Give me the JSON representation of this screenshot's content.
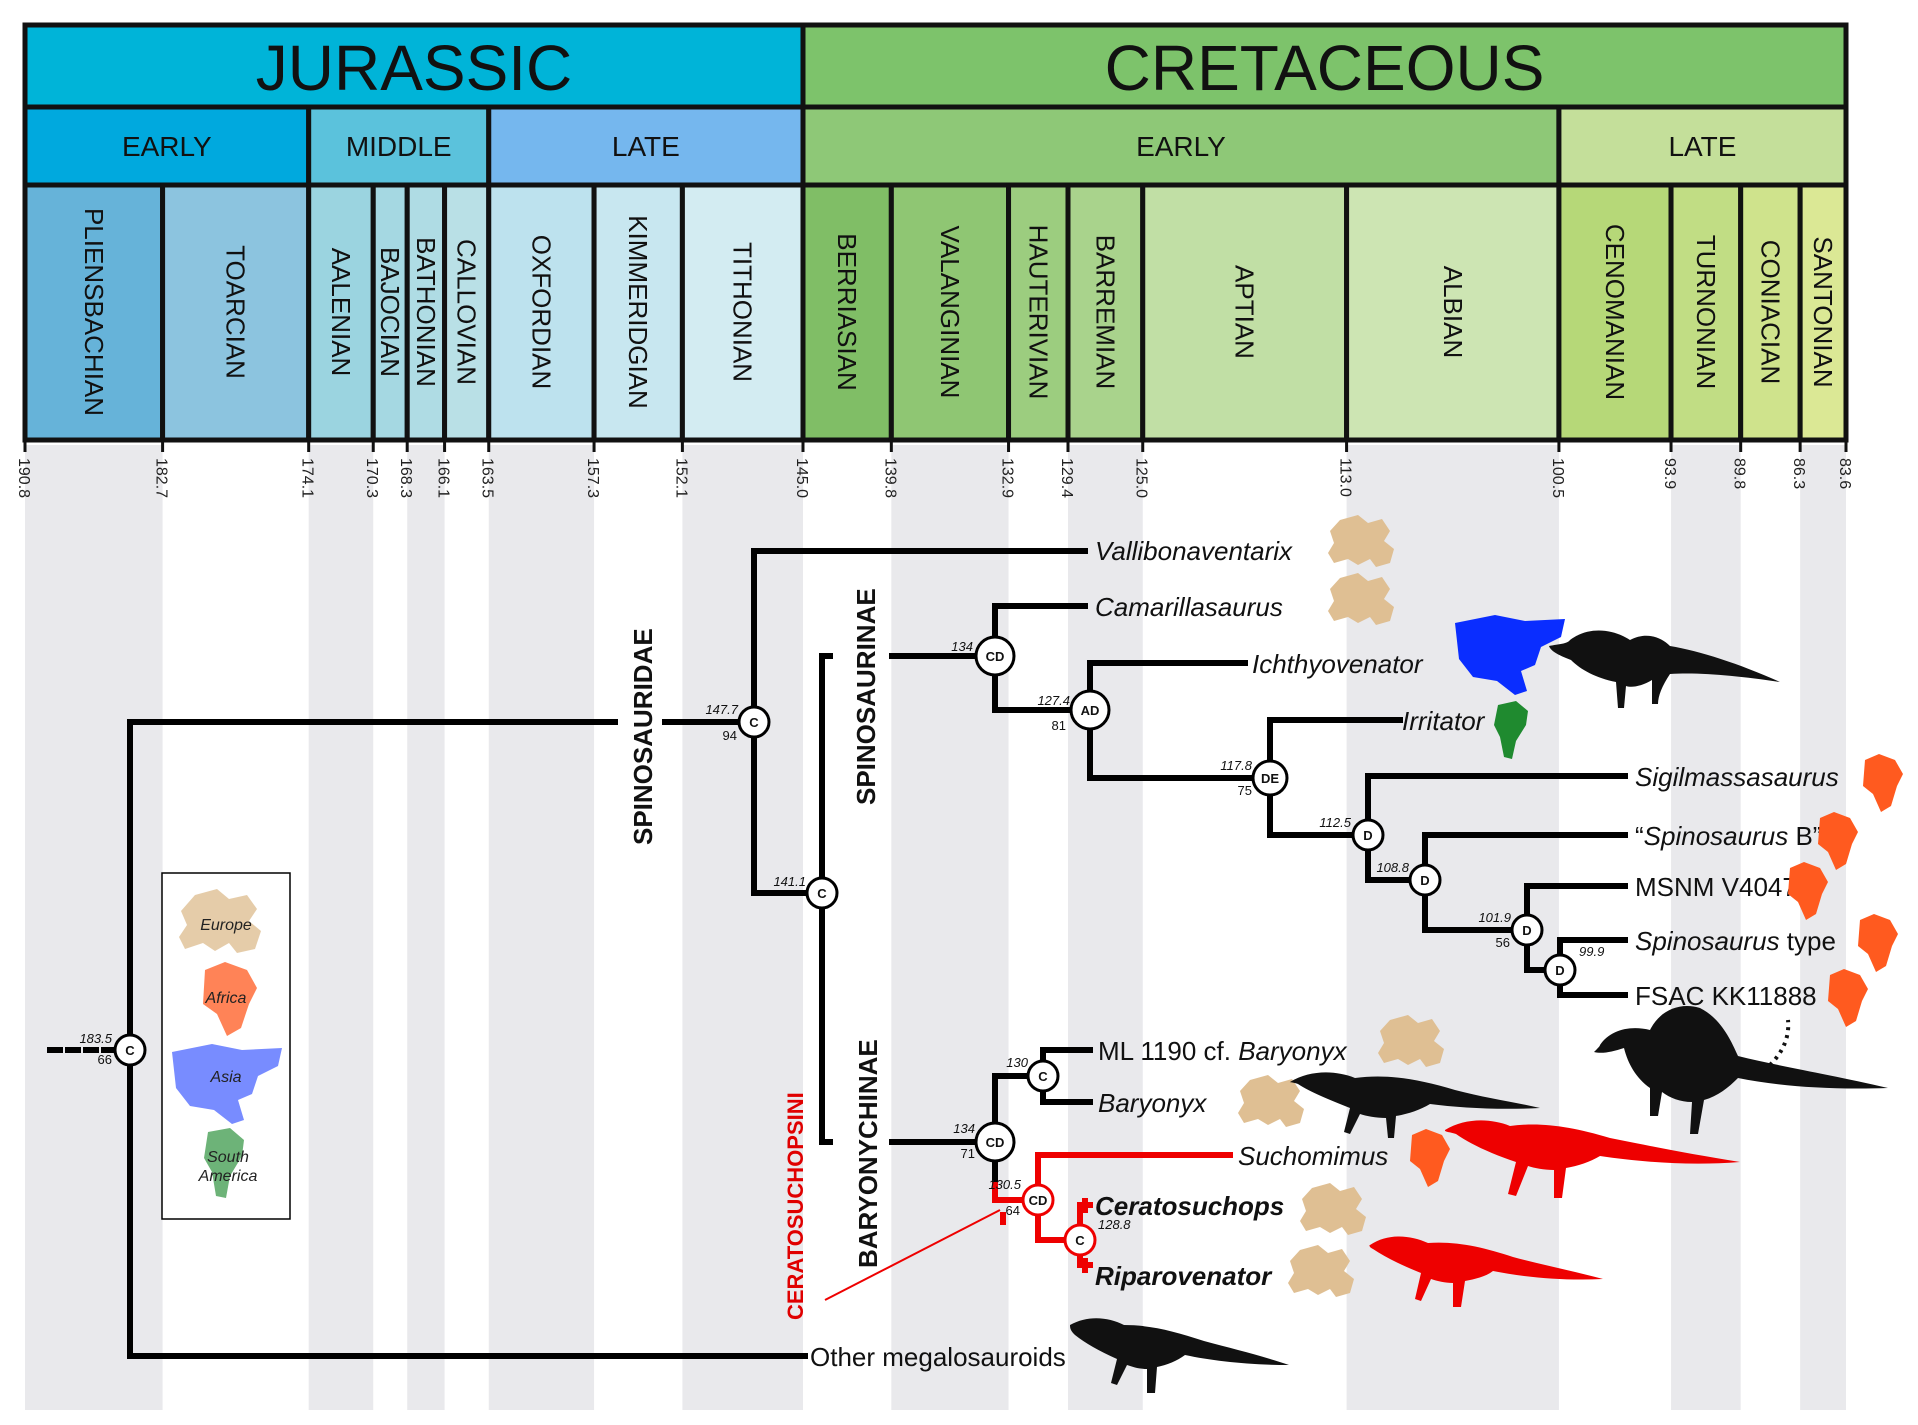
{
  "colors": {
    "jurassic": "#00b4d8",
    "cretaceous": "#7dc36b",
    "europe": "#dfbf93",
    "africa": "#ff5a1f",
    "asia": "#0a2dff",
    "south_america": "#1f8a2f",
    "highlight_red": "#ee0000"
  },
  "periods": [
    {
      "label": "JURASSIC",
      "from": 190.8,
      "to": 145.0,
      "color": "#00b4d8"
    },
    {
      "label": "CRETACEOUS",
      "from": 145.0,
      "to": 83.6,
      "color": "#7dc36b"
    }
  ],
  "epochs": [
    {
      "label": "EARLY",
      "from": 190.8,
      "to": 174.1,
      "color": "#00a9de"
    },
    {
      "label": "MIDDLE",
      "from": 174.1,
      "to": 163.5,
      "color": "#5bc2dc"
    },
    {
      "label": "LATE",
      "from": 163.5,
      "to": 145.0,
      "color": "#75b7ee"
    },
    {
      "label": "EARLY",
      "from": 145.0,
      "to": 100.5,
      "color": "#8ec877"
    },
    {
      "label": "LATE",
      "from": 100.5,
      "to": 83.6,
      "color": "#c4df9a"
    }
  ],
  "stages": [
    {
      "label": "PLIENSBACHIAN",
      "from": 190.8,
      "to": 182.7,
      "color": "#66b3d9"
    },
    {
      "label": "TOARCIAN",
      "from": 182.7,
      "to": 174.1,
      "color": "#8cc4df"
    },
    {
      "label": "AALENIAN",
      "from": 174.1,
      "to": 170.3,
      "color": "#9bd4e0"
    },
    {
      "label": "BAJOCIAN",
      "from": 170.3,
      "to": 168.3,
      "color": "#a5d8e2"
    },
    {
      "label": "BATHONIAN",
      "from": 168.3,
      "to": 166.1,
      "color": "#afdce4"
    },
    {
      "label": "CALLOVIAN",
      "from": 166.1,
      "to": 163.5,
      "color": "#b9e0e6"
    },
    {
      "label": "OXFORDIAN",
      "from": 163.5,
      "to": 157.3,
      "color": "#bde2ee"
    },
    {
      "label": "KIMMERIDGIAN",
      "from": 157.3,
      "to": 152.1,
      "color": "#c8e7f0"
    },
    {
      "label": "TITHONIAN",
      "from": 152.1,
      "to": 145.0,
      "color": "#d3ecf2"
    },
    {
      "label": "BERRIASIAN",
      "from": 145.0,
      "to": 139.8,
      "color": "#80be66"
    },
    {
      "label": "VALANGINIAN",
      "from": 139.8,
      "to": 132.9,
      "color": "#8fc673"
    },
    {
      "label": "HAUTERIVIAN",
      "from": 132.9,
      "to": 129.4,
      "color": "#9ccd7f"
    },
    {
      "label": "BARREMIAN",
      "from": 129.4,
      "to": 125.0,
      "color": "#a9d38c"
    },
    {
      "label": "APTIAN",
      "from": 125.0,
      "to": 113.0,
      "color": "#c1dfa5"
    },
    {
      "label": "ALBIAN",
      "from": 113.0,
      "to": 100.5,
      "color": "#cde5b3"
    },
    {
      "label": "CENOMANIAN",
      "from": 100.5,
      "to": 93.9,
      "color": "#b6d878"
    },
    {
      "label": "TURNONIAN",
      "from": 93.9,
      "to": 89.8,
      "color": "#c1dd84"
    },
    {
      "label": "CONIACIAN",
      "from": 89.8,
      "to": 86.3,
      "color": "#cfe38c"
    },
    {
      "label": "SANTONIAN",
      "from": 86.3,
      "to": 83.6,
      "color": "#dbe895"
    }
  ],
  "boundary_ages": [
    "190.8",
    "182.7",
    "174.1",
    "170.3",
    "168.3",
    "166.1",
    "163.5",
    "157.3",
    "152.1",
    "145.0",
    "139.8",
    "132.9",
    "129.4",
    "125.0",
    "113.0",
    "100.5",
    "93.9",
    "89.8",
    "86.3",
    "83.6"
  ],
  "clades": {
    "spinosauridae": "SPINOSAURIDAE",
    "spinosaurinae": "SPINOSAURINAE",
    "baryonychinae": "BARYONYCHINAE",
    "ceratosuchopsini": "CERATOSUCHOPSINI"
  },
  "taxa": {
    "vallibonaventarix": "Vallibonaventarix",
    "camarillasaurus": "Camarillasaurus",
    "ichthyovenator": "Ichthyovenator",
    "irritator": "Irritator",
    "sigilmassasaurus": "Sigilmassasaurus",
    "spinosaurus_b_open": "“",
    "spinosaurus_b_name": "Spinosaurus",
    "spinosaurus_b_close": " B”",
    "msnm": "MSNM V4047",
    "spinosaurus_type_name": "Spinosaurus",
    "spinosaurus_type_suffix": " type",
    "fsac": "FSAC KK11888",
    "ml1190_prefix": "ML 1190 cf. ",
    "ml1190_name": "Baryonyx",
    "baryonyx": "Baryonyx",
    "suchomimus": "Suchomimus",
    "ceratosuchops": "Ceratosuchops",
    "riparovenator": "Riparovenator",
    "other": "Other megalosauroids"
  },
  "nodes": {
    "root": {
      "label": "C",
      "age": "183.5",
      "support": "66"
    },
    "spinosauridae": {
      "label": "C",
      "age": "147.7",
      "support": "94"
    },
    "spinosaurinae_baryonychinae": {
      "label": "C",
      "age": "141.1",
      "support": ""
    },
    "spinosaurinae": {
      "label": "CD",
      "age": "134",
      "support": ""
    },
    "ichthyo": {
      "label": "AD",
      "age": "127.4",
      "support": "81"
    },
    "irritator": {
      "label": "DE",
      "age": "117.8",
      "support": "75"
    },
    "sigil": {
      "label": "D",
      "age": "112.5",
      "support": ""
    },
    "spinoB": {
      "label": "D",
      "age": "108.8",
      "support": ""
    },
    "msnm": {
      "label": "D",
      "age": "101.9",
      "support": "56"
    },
    "spinotype": {
      "label": "D",
      "age": "99.9",
      "support": ""
    },
    "baryonychinae": {
      "label": "CD",
      "age": "134",
      "support": "71"
    },
    "baryonyx": {
      "label": "C",
      "age": "130",
      "support": ""
    },
    "ceratosuchopsini": {
      "label": "CD",
      "age": "130.5",
      "support": "64"
    },
    "cerato_ripa": {
      "label": "C",
      "age": "128.8",
      "support": ""
    }
  },
  "legend": {
    "europe": "Europe",
    "africa": "Africa",
    "asia": "Asia",
    "south_america_1": "South",
    "south_america_2": "America"
  }
}
